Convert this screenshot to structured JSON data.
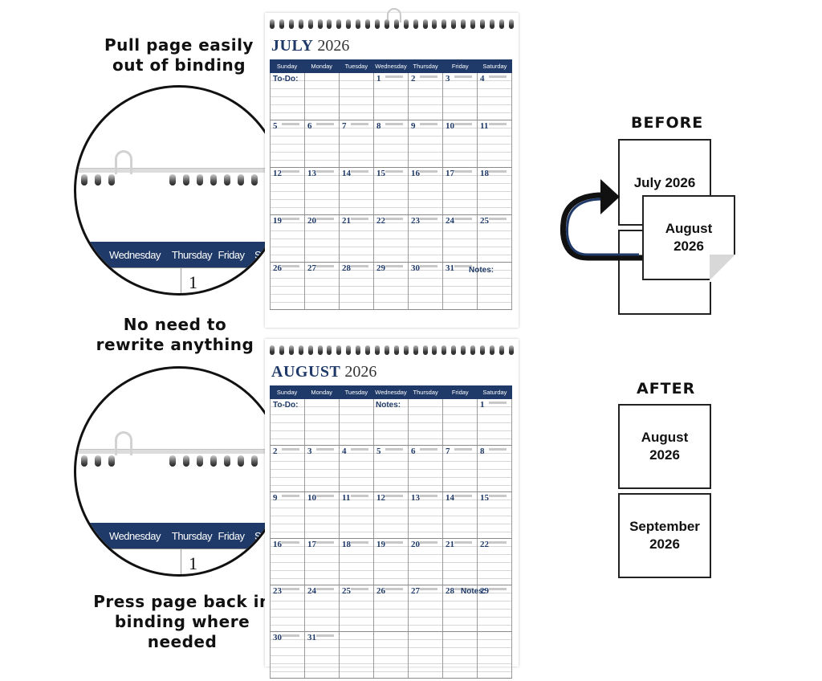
{
  "captions": {
    "pull": [
      "Pull page easily",
      "out of binding"
    ],
    "rewrite": [
      "No need to",
      "rewrite anything"
    ],
    "press": [
      "Press page back in",
      "binding where",
      "needed"
    ]
  },
  "zoom": {
    "days": [
      "Wednesday",
      "Thursday",
      "Friday",
      "Saturday"
    ],
    "date": "1"
  },
  "calendars": {
    "july": {
      "month": "JULY",
      "year": "2026",
      "weekdays": [
        "Sunday",
        "Monday",
        "Tuesday",
        "Wednesday",
        "Thursday",
        "Friday",
        "Saturday"
      ],
      "todo_label": "To-Do:",
      "notes_label": "Notes:",
      "weeks": [
        [
          "",
          "",
          "",
          "1",
          "2",
          "3",
          "4"
        ],
        [
          "5",
          "6",
          "7",
          "8",
          "9",
          "10",
          "11"
        ],
        [
          "12",
          "13",
          "14",
          "15",
          "16",
          "17",
          "18"
        ],
        [
          "19",
          "20",
          "21",
          "22",
          "23",
          "24",
          "25"
        ],
        [
          "26",
          "27",
          "28",
          "29",
          "30",
          "31",
          ""
        ]
      ]
    },
    "august": {
      "month": "AUGUST",
      "year": "2026",
      "weekdays": [
        "Sunday",
        "Monday",
        "Tuesday",
        "Wednesday",
        "Thursday",
        "Friday",
        "Saturday"
      ],
      "todo_label": "To-Do:",
      "notes_label": "Notes:",
      "notes_label_2": "Notes:",
      "weeks": [
        [
          "",
          "",
          "",
          "",
          "",
          "",
          "1"
        ],
        [
          "2",
          "3",
          "4",
          "5",
          "6",
          "7",
          "8"
        ],
        [
          "9",
          "10",
          "11",
          "12",
          "13",
          "14",
          "15"
        ],
        [
          "16",
          "17",
          "18",
          "19",
          "20",
          "21",
          "22"
        ],
        [
          "23",
          "24",
          "25",
          "26",
          "27",
          "28",
          "29"
        ],
        [
          "30",
          "31",
          "",
          "",
          "",
          "",
          ""
        ]
      ]
    }
  },
  "before": {
    "label": "BEFORE",
    "back_page": "July 2026",
    "front_page": [
      "August",
      "2026"
    ]
  },
  "after": {
    "label": "AFTER",
    "page1": [
      "August",
      "2026"
    ],
    "page2": [
      "September",
      "2026"
    ]
  },
  "colors": {
    "navy": "#1f3a68",
    "ink": "#111111"
  }
}
